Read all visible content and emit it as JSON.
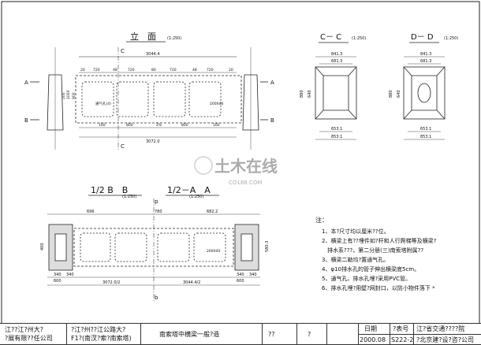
{
  "views": {
    "elevation": {
      "title": "立　面",
      "scale": "(1:250)",
      "section_mark": "C",
      "side_a": "A",
      "side_b": "B"
    },
    "section_cc": {
      "title": "C－ C",
      "scale": "(1:250)"
    },
    "section_dd": {
      "title": "D－ D",
      "scale": "(1:250)"
    },
    "plan_b": {
      "title": "1/2 B　B",
      "scale": "(1:250)"
    },
    "plan_a": {
      "title": "1/2－A　A",
      "scale": "(1:250)"
    },
    "plan_marker_top": "p",
    "plan_marker_bottom": "b"
  },
  "dims": {
    "elev_total": "3044.4",
    "elev_bottom": "3072.0",
    "elev_top_row": [
      "20",
      "720",
      "48",
      "720",
      "80",
      "720",
      "48",
      "720",
      "20"
    ],
    "elev_bottom_row": [
      "160",
      "800",
      "2%",
      "800",
      "160"
    ],
    "elev_vert": [
      "900",
      "1000",
      "200"
    ],
    "elev_label_left": "通气孔(4)",
    "elev_label_right": "200X40",
    "cc": {
      "w1": "841.3",
      "w2": "681.3",
      "h": "880",
      "h2": "640",
      "bw1": "653.1",
      "bw2": "853.1"
    },
    "dd": {
      "w1": "841.3",
      "w2": "681.3",
      "h": "880",
      "h2": "640",
      "bw1": "653.1",
      "bw2": "853.1"
    },
    "plan_top_row": [
      "696",
      "780",
      "682.2"
    ],
    "plan_left_vert": "400",
    "plan_right_vert": "580.3",
    "plan_bottom_left": [
      "340",
      "600",
      "340"
    ],
    "plan_bottom_right": [
      "340",
      "600",
      "340"
    ],
    "plan_bottom_total_left": "3072.0/2",
    "plan_bottom_total_right": "3044.4/2",
    "plan_label_right": "200X40"
  },
  "notes": {
    "heading": "注：",
    "items": [
      "1、本?尺寸均以厘米??位。",
      "2、横梁上有??埋件如?杆和人行爬梯等及横梁?",
      "　排水系???，第二分册(三)南索塔附属??",
      "3、横梁二勒均?置通气孔。",
      "4、φ10排水孔的管子伸出横梁底5cm。",
      "5、通气孔、排水孔埋?采用PVC管。",
      "6、排水孔埋?用壁?网封口，以防小物件落下 *"
    ]
  },
  "watermark": {
    "brand": "土木在线",
    "site": "CO188.COM"
  },
  "title_block": {
    "owner_line1": "江??江?州大?",
    "owner_line2": "?展有限??任公司",
    "project_line1": "?江?州??江公路大?",
    "project_line2": "F1?(南汊?索?南索塔)",
    "drawing_title": "南索塔中横梁一般?造",
    "c_blank1": "??",
    "c_blank2": "?",
    "date_label": "日期",
    "date_value": "2000.08",
    "sheet_label": "?表号",
    "sheet_value": "S222-2",
    "designer_line1": "江?省交通????院",
    "designer_line2": "?北京建?设?咨?公司"
  }
}
